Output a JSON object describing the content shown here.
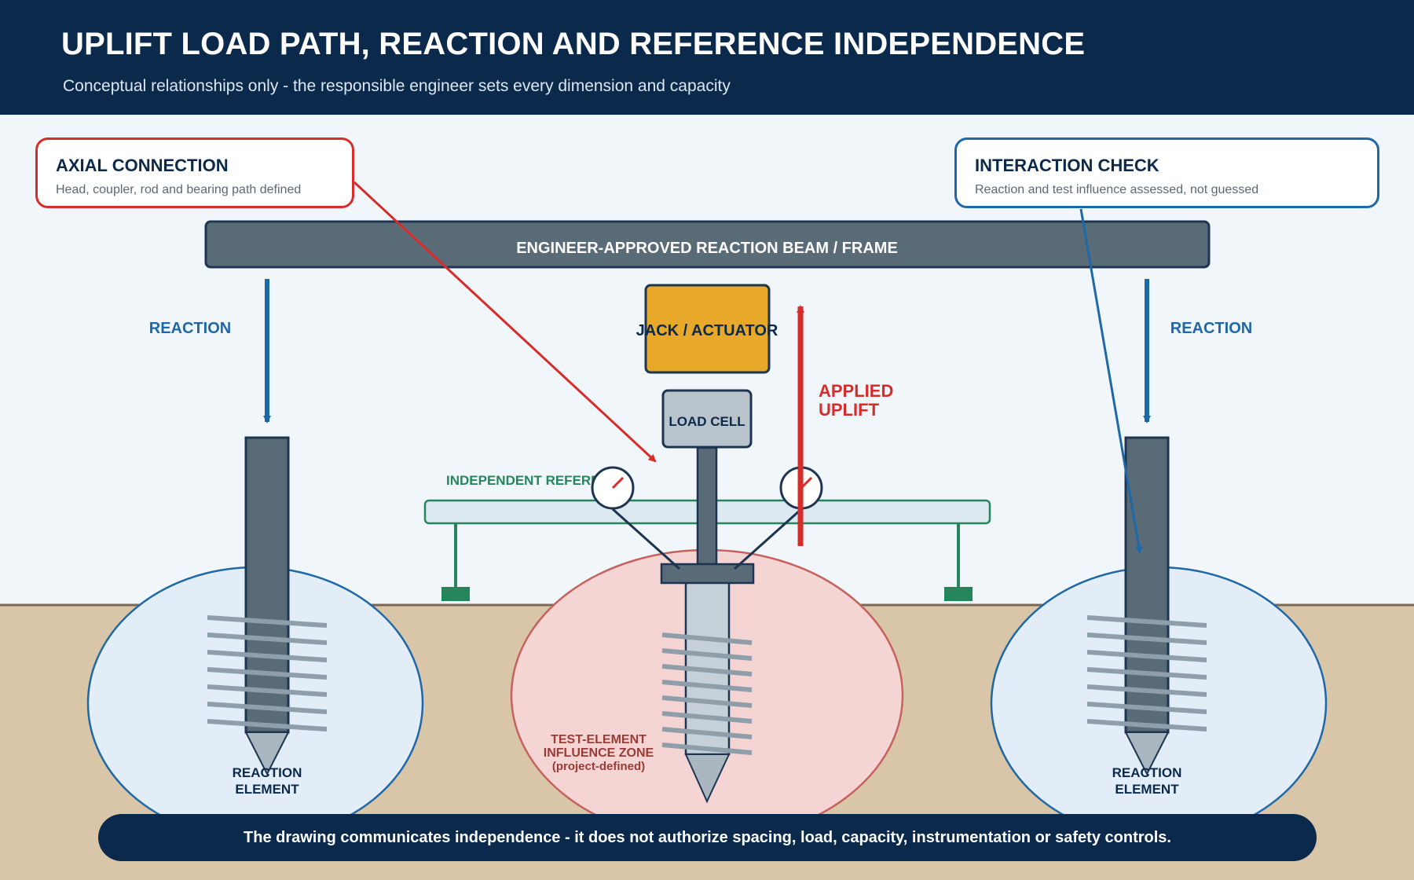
{
  "header": {
    "title": "UPLIFT LOAD PATH, REACTION AND REFERENCE INDEPENDENCE",
    "subtitle": "Conceptual relationships only - the responsible engineer sets every dimension and capacity"
  },
  "callouts": {
    "axial": {
      "title": "AXIAL CONNECTION",
      "description": "Head, coupler, rod and bearing path defined"
    },
    "interaction": {
      "title": "INTERACTION CHECK",
      "description": "Reaction and test influence assessed, not guessed"
    }
  },
  "frame": {
    "beam_label": "ENGINEER-APPROVED REACTION BEAM / FRAME"
  },
  "labels": {
    "reaction_left": "REACTION",
    "reaction_right": "REACTION",
    "jack": "JACK / ACTUATOR",
    "load_cell": "LOAD CELL",
    "applied_uplift_line1": "APPLIED",
    "applied_uplift_line2": "UPLIFT",
    "independent_reference": "INDEPENDENT REFERENCE",
    "reaction_element_left_line1": "REACTION",
    "reaction_element_left_line2": "ELEMENT",
    "reaction_element_right_line1": "REACTION",
    "reaction_element_right_line2": "ELEMENT",
    "zone_line1": "TEST-ELEMENT",
    "zone_line2": "INFLUENCE ZONE",
    "zone_line3": "(project-defined)"
  },
  "footer": {
    "note": "The drawing communicates independence - it does not authorize spacing, load, capacity, instrumentation or safety controls."
  },
  "colors": {
    "navy": "#0b2a4b",
    "steel": "#5a6b78",
    "reaction_blue": "#1f68a8",
    "uplift_red": "#d62d2a",
    "jack_amber": "#e8a82a",
    "reference_green": "#24865a",
    "soil": "#d9c6a9",
    "zone_pink": "#f4d5d3",
    "zone_blue": "#e2edf7"
  },
  "icons": [
    "dial-gauge-icon",
    "dial-gauge-icon",
    "reaction-arrow-icon",
    "uplift-arrow-icon"
  ]
}
